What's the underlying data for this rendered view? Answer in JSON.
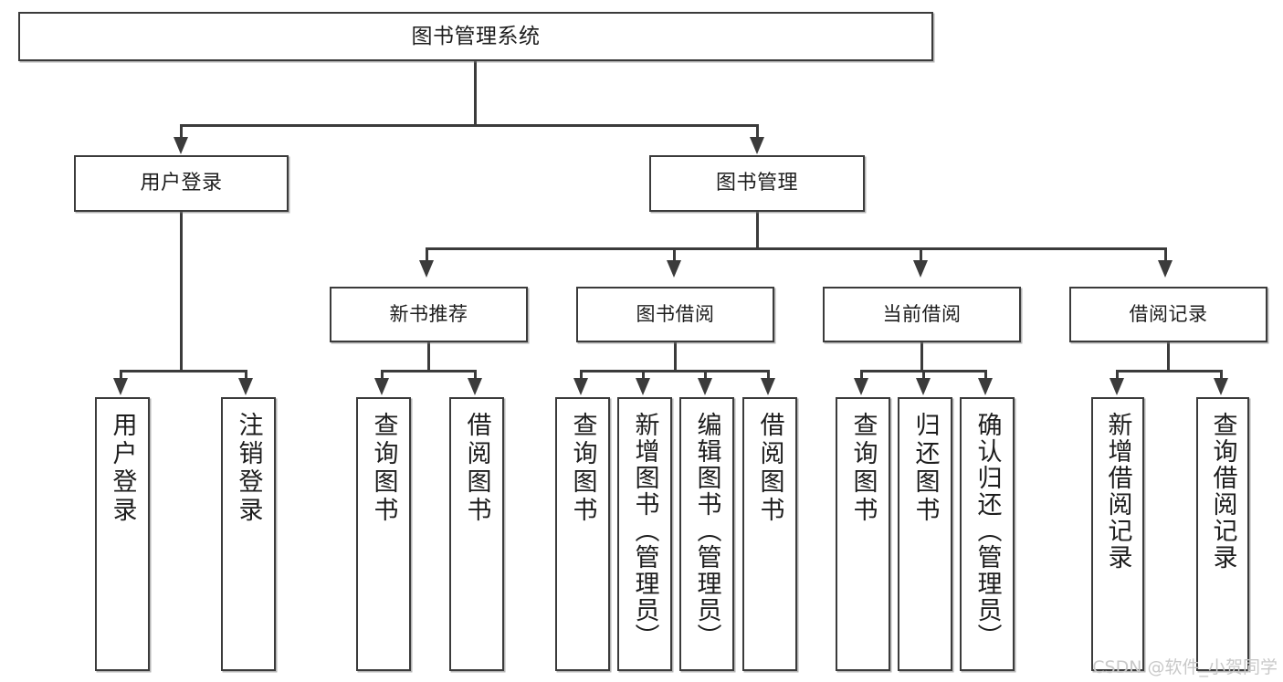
{
  "diagram": {
    "title": "图书管理系统",
    "type": "tree",
    "root": {
      "label": "图书管理系统"
    },
    "level2": [
      {
        "label": "用户登录"
      },
      {
        "label": "图书管理"
      }
    ],
    "level3": [
      {
        "label": "新书推荐"
      },
      {
        "label": "图书借阅"
      },
      {
        "label": "当前借阅"
      },
      {
        "label": "借阅记录"
      }
    ],
    "leaves": {
      "user_login": [
        {
          "label": "用户登录"
        },
        {
          "label": "注销登录"
        }
      ],
      "new_book_recommend": [
        {
          "label": "查询图书"
        },
        {
          "label": "借阅图书"
        }
      ],
      "book_borrow": [
        {
          "label": "查询图书"
        },
        {
          "label": "新增图书（管理员）"
        },
        {
          "label": "编辑图书（管理员）"
        },
        {
          "label": "借阅图书"
        }
      ],
      "current_borrow": [
        {
          "label": "查询图书"
        },
        {
          "label": "归还图书"
        },
        {
          "label": "确认归还（管理员）"
        }
      ],
      "borrow_record": [
        {
          "label": "新增借阅记录"
        },
        {
          "label": "查询借阅记录"
        }
      ]
    },
    "colors": {
      "stroke": "#3b3b3b",
      "fill": "#ffffff",
      "text": "#1d1d1d",
      "watermark": "#c9c9c9"
    }
  },
  "watermark": {
    "text": "CSDN @软件_小贺同学"
  }
}
